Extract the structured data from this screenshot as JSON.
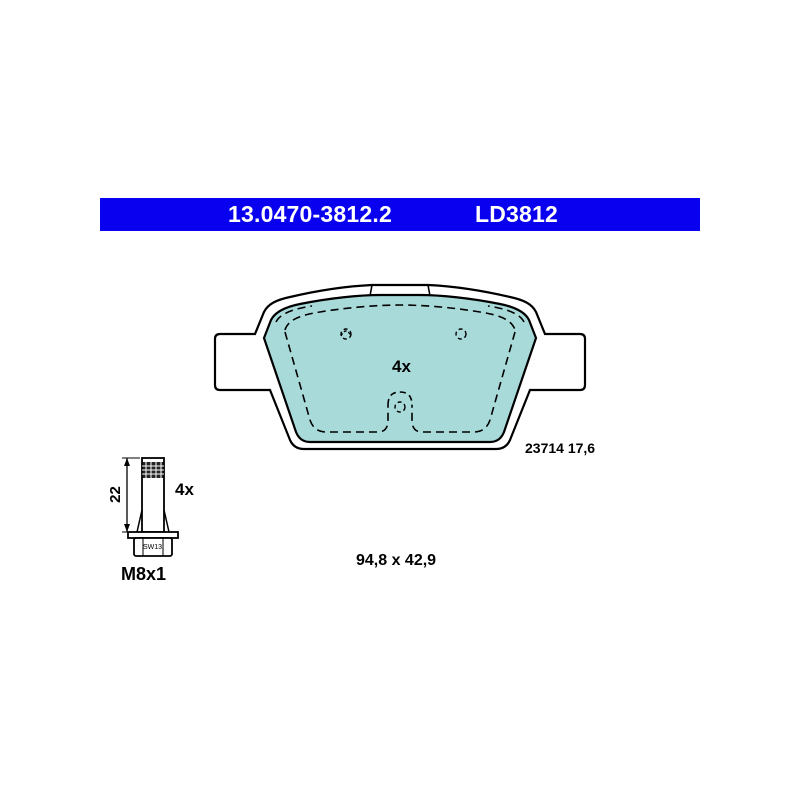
{
  "header": {
    "part_number": "13.0470-3812.2",
    "code": "LD3812",
    "bar_color": "#0a00f0"
  },
  "pad": {
    "quantity": "4x",
    "wva": "23714 17,6",
    "dimensions": "94,8 x 42,9",
    "fill_color": "#a9dada"
  },
  "bolt": {
    "length": "22",
    "quantity": "4x",
    "wrench_size": "SW13",
    "thread": "M8x1"
  }
}
